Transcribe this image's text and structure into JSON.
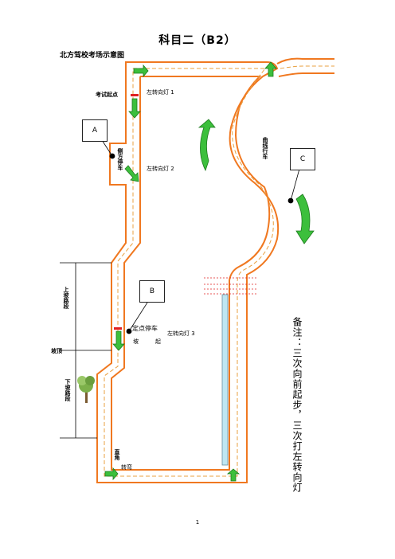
{
  "title": "科目二（B2）",
  "subtitle": "北方驾校考场示意图",
  "labels": {
    "exam_start": "考试起点",
    "left_signal_1": "左转向灯 1",
    "left_signal_2": "左转向灯 2",
    "left_signal_3": "左转向灯 3",
    "side_parking": "侧方停车",
    "curve_driving": "曲线行车",
    "uphill_section": "上坡路段",
    "slope_top": "坡顶",
    "downhill_section": "下坡路段",
    "fixed_stop": "定点停车",
    "slope": "坡",
    "start": "起",
    "right_angle": "直角",
    "turn": "转弯"
  },
  "callouts": [
    "A",
    "B",
    "C"
  ],
  "note": "备注：三次向前起步，三次打左转向灯",
  "page_number": "1",
  "colors": {
    "road_edge": "#f07820",
    "center_line": "#e8a040",
    "arrow": "#3cbf3c",
    "arrow_outline": "#1d7a1d",
    "dim_line": "#000000",
    "red_marker": "#e02020"
  },
  "icons": [
    "green-arrow-icon",
    "curved-arrow-icon",
    "tree-icon"
  ]
}
